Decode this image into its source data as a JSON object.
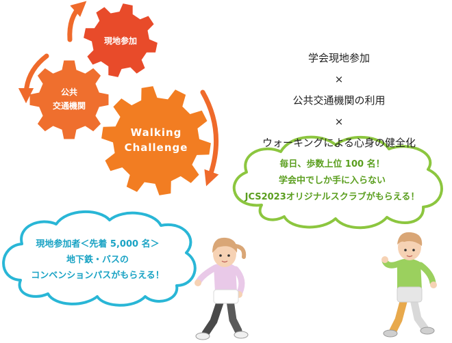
{
  "colors": {
    "gear_top": "#e84b2a",
    "gear_left": "#ef6f2e",
    "gear_big": "#f27d22",
    "arrow": "#ef6a2b",
    "cloud_green_border": "#8cc63f",
    "cloud_green_text": "#5a9e1e",
    "cloud_blue_border": "#29b6d6",
    "cloud_blue_text": "#1aa3c4"
  },
  "gears": {
    "top_label": "現地参加",
    "left_label_lines": [
      "公共",
      "交通機関"
    ],
    "big_label_lines": [
      "Walking",
      "Challenge"
    ]
  },
  "theme": {
    "line1": "学会現地参加",
    "times1": "×",
    "line2": "公共交通機関の利用",
    "times2": "×",
    "line3": "ウォーキングによる心身の健全化"
  },
  "cloud_right": {
    "lines": [
      "毎日、歩数上位 100 名！",
      "学会中でしか手に入らない",
      "JCS2023オリジナルスクラブがもらえる！"
    ]
  },
  "cloud_left": {
    "lines": [
      "現地参加者＜先着 5,000 名＞",
      "地下鉄・バスの",
      "コンベンションパスがもらえる！"
    ]
  },
  "icons": [
    "walking-woman-icon",
    "walking-man-icon",
    "gear-icon",
    "cycle-arrow-icon"
  ]
}
